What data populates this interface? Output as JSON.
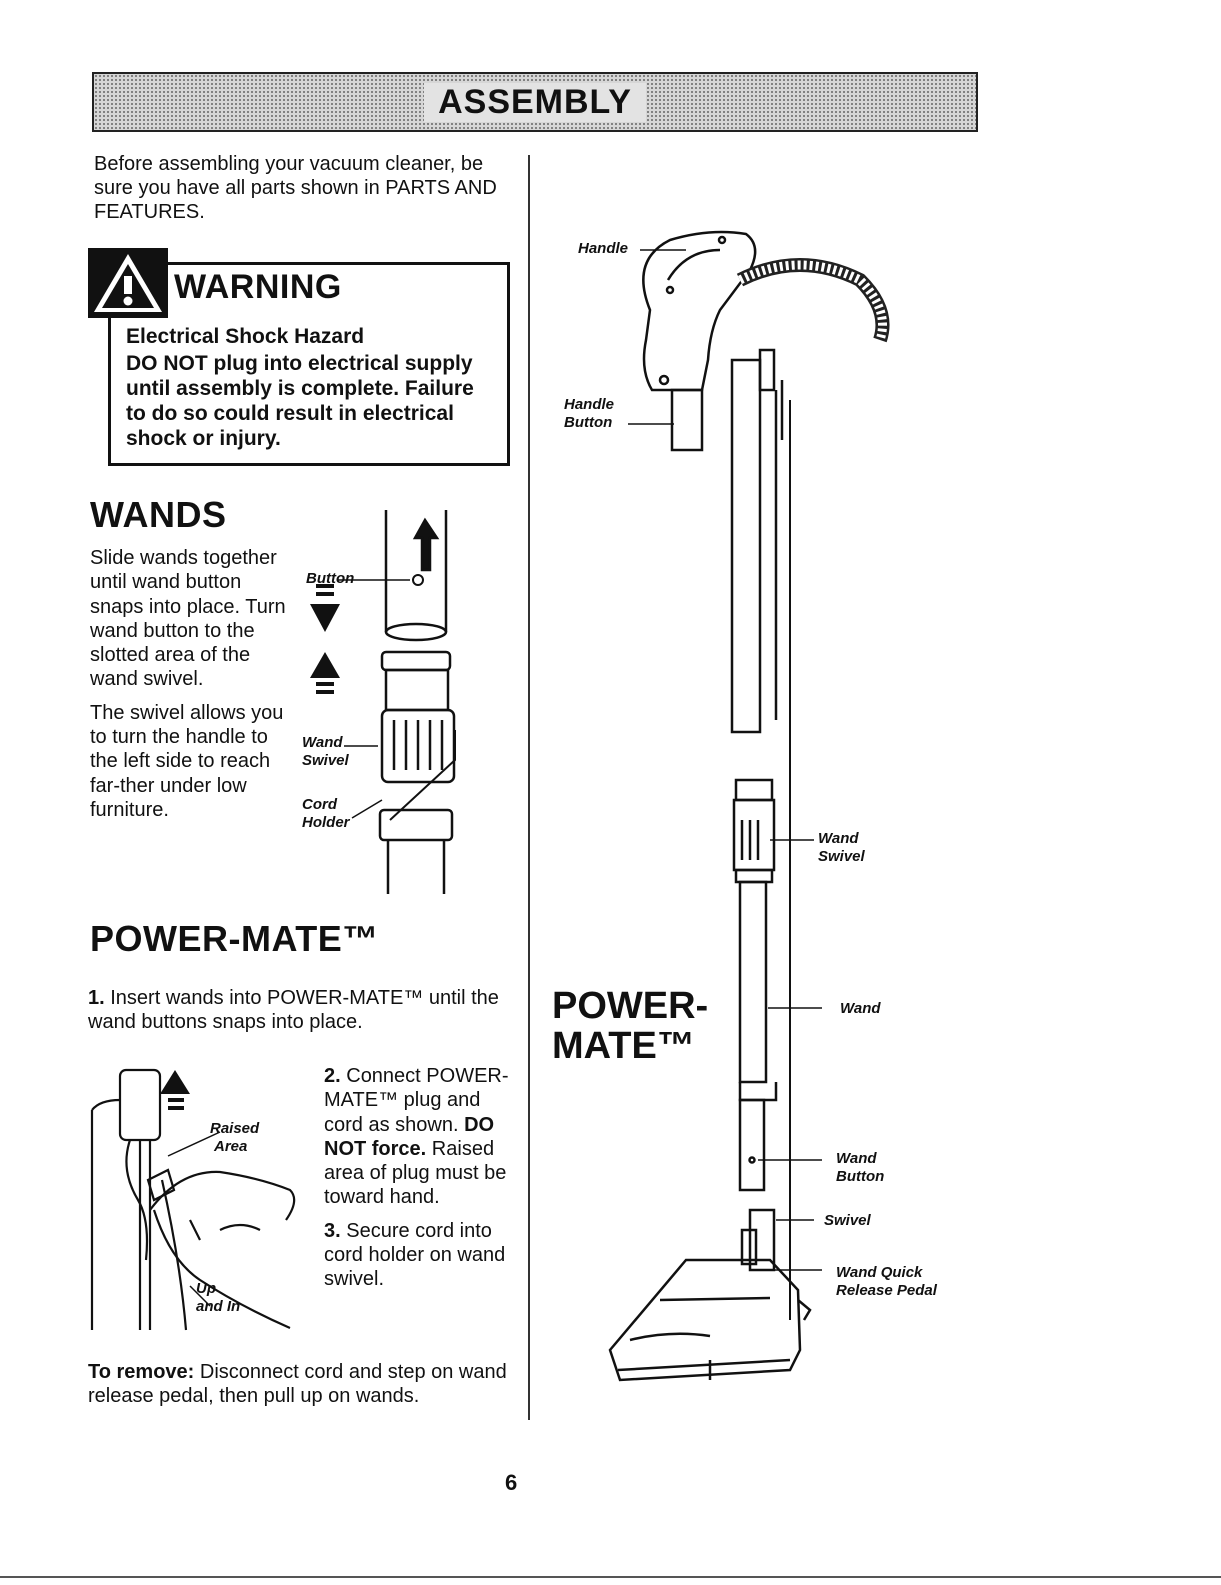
{
  "header": {
    "title": "ASSEMBLY"
  },
  "intro": "Before assembling your vacuum cleaner, be sure you have all parts shown in PARTS AND FEATURES.",
  "warning": {
    "title": "WARNING",
    "hazard": "Electrical Shock Hazard",
    "message": "DO NOT plug into electrical supply until assembly is complete. Failure to do so could result in electrical shock or injury."
  },
  "wands": {
    "title": "WANDS",
    "para1": "Slide wands together until wand button snaps into place. Turn wand button to the slotted area of the wand swivel.",
    "para2": "The swivel allows you to turn the handle to the left side to reach far-ther under low furniture.",
    "callouts": {
      "button": "Button",
      "wand_swivel_1": "Wand",
      "wand_swivel_2": "Swivel",
      "cord_holder_1": "Cord",
      "cord_holder_2": "Holder"
    }
  },
  "powermate": {
    "title": "POWER-MATE™",
    "step1_num": "1.",
    "step1_text": " Insert wands into POWER-MATE™ until the wand buttons snaps into place.",
    "step2_num": "2.",
    "step2_text_a": " Connect POWER-MATE™ plug and cord as shown. ",
    "step2_bold": "DO NOT force.",
    "step2_text_b": " Raised area of plug must be toward hand.",
    "step3_num": "3.",
    "step3_text": " Secure cord into cord holder on wand swivel.",
    "callouts": {
      "raised_1": "Raised",
      "raised_2": "Area",
      "up_1": "Up",
      "up_2": "and In"
    }
  },
  "remove": {
    "label": "To remove:",
    "text": " Disconnect cord and step on wand release pedal, then pull up on wands."
  },
  "diagram": {
    "big_label_1": "POWER-",
    "big_label_2": "MATE™",
    "callouts": {
      "handle": "Handle",
      "handle_button_1": "Handle",
      "handle_button_2": "Button",
      "wand_swivel_1": "Wand",
      "wand_swivel_2": "Swivel",
      "wand": "Wand",
      "wand_button_1": "Wand",
      "wand_button_2": "Button",
      "swivel": "Swivel",
      "quick_release_1": "Wand Quick",
      "quick_release_2": "Release Pedal"
    }
  },
  "page_number": "6"
}
